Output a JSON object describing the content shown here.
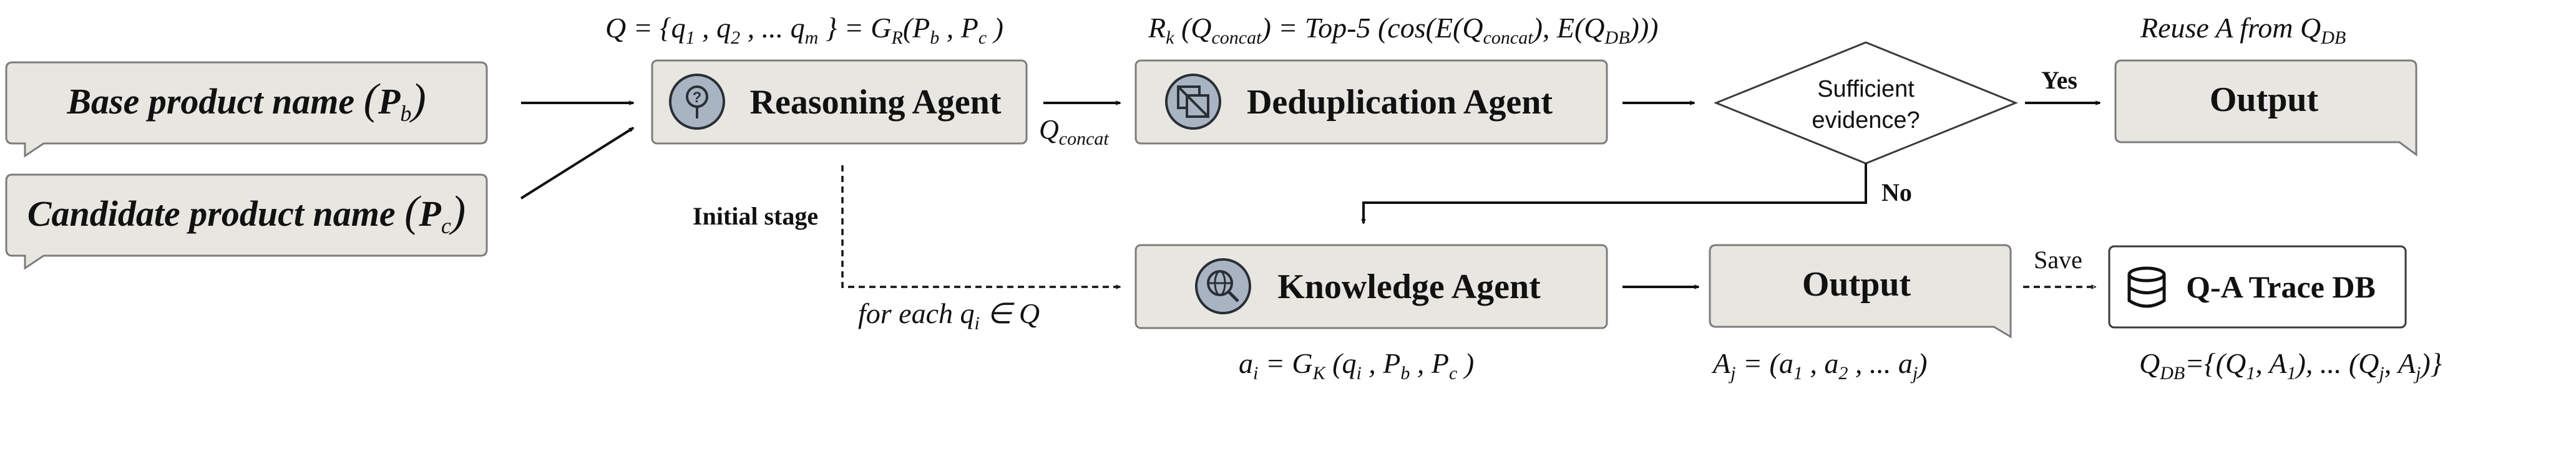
{
  "inputs": {
    "base": {
      "label": "Base product name ",
      "symbol_main": "P",
      "symbol_sub": "b"
    },
    "candidate": {
      "label": "Candidate product name ",
      "symbol_main": "P",
      "symbol_sub": "c"
    }
  },
  "agents": {
    "reasoning": {
      "label": "Reasoning Agent",
      "icon": "question-icon"
    },
    "deduplication": {
      "label": "Deduplication Agent",
      "icon": "copy-icon"
    },
    "knowledge": {
      "label": "Knowledge Agent",
      "icon": "globe-search-icon"
    }
  },
  "decision": {
    "line1": "Sufficient",
    "line2": "evidence?",
    "yes": "Yes",
    "no": "No"
  },
  "outputs": {
    "top": "Output",
    "bottom": "Output"
  },
  "database": {
    "label": "Q-A Trace DB",
    "icon": "database-icon",
    "save_label": "Save"
  },
  "stage_label": "Initial stage",
  "formulas": {
    "reasoning": "Q = {q1 , q2 , ... qm } = GR(Pb , Pc )",
    "qconcat": "Qconcat",
    "dedup": "Rk (Qconcat) = Top-5 (cos(E(Qconcat), E(QDB)))",
    "reuse": "Reuse A from QDB",
    "for_each": "for each qi ∈ Q",
    "knowledge": "ai = GK (qi , Pb , Pc )",
    "answers": "Aj = (a1 , a2 , ... aj)",
    "db": "QDB={(Q1, A1), ... (Qj, Aj)}"
  }
}
